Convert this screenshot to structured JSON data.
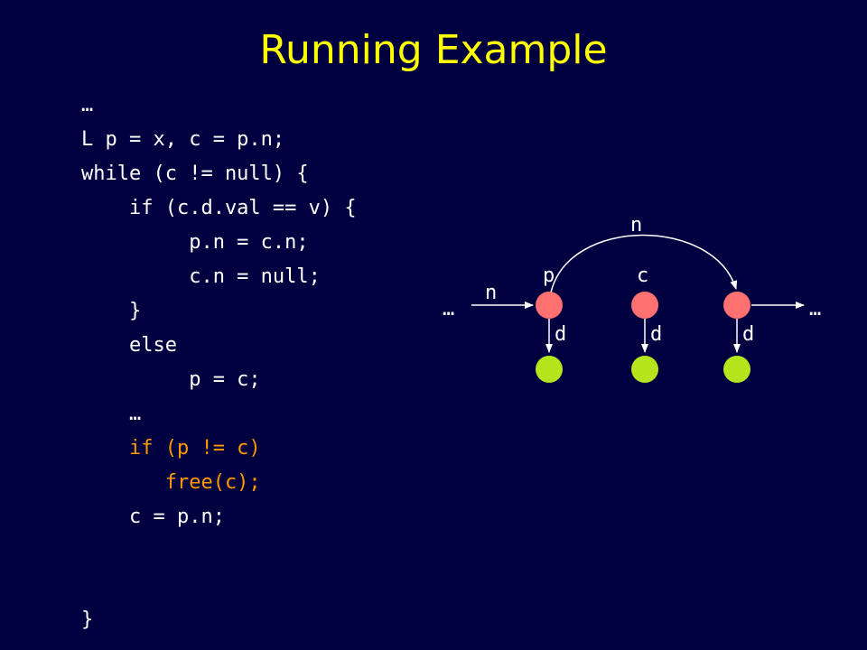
{
  "title": "Running Example",
  "code": {
    "lines": [
      "…",
      "L p = x, c = p.n;",
      "while (c != null) {",
      "    if (c.d.val == v) {",
      "         p.n = c.n;",
      "         c.n = null;",
      "    }",
      "    else",
      "         p = c;",
      "    …",
      "    if (p != c)",
      "       free(c);",
      "    c = p.n;",
      "}"
    ]
  },
  "diagram": {
    "ellipsis_left": "…",
    "ellipsis_right": "…",
    "edge_in_label": "n",
    "arc_label": "n",
    "var_p": "p",
    "var_c": "c",
    "data_labels": [
      "d",
      "d",
      "d"
    ],
    "colors": {
      "list_node": "#ff7070",
      "data_node": "#b5e61d",
      "highlight_code": "#ff9900",
      "title": "#ffff00"
    }
  }
}
